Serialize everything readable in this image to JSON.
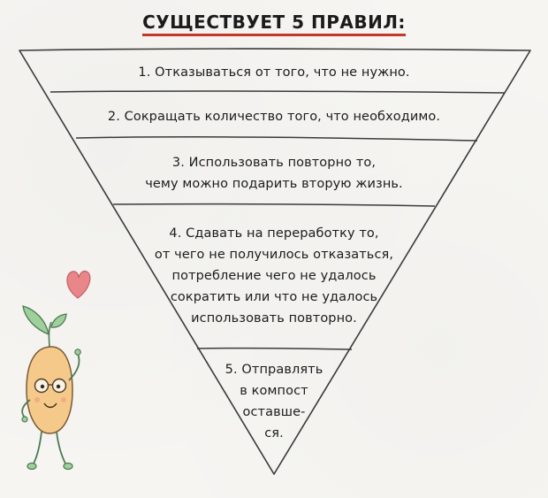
{
  "title": "СУЩЕСТВУЕТ 5 ПРАВИЛ:",
  "rules": [
    {
      "lines": [
        "1. Отказываться от того, что не нужно."
      ]
    },
    {
      "lines": [
        "2. Сокращать количество того, что необходимо."
      ]
    },
    {
      "lines": [
        "3. Использовать повторно то,",
        "чему можно подарить вторую жизнь."
      ]
    },
    {
      "lines": [
        "4. Сдавать на переработку то,",
        "от чего не получилось отказаться,",
        "потребление чего не удалось",
        "сократить или что не удалось",
        "использовать повторно."
      ]
    },
    {
      "lines": [
        "5. Отправлять",
        "в компост",
        "оставше-",
        "ся."
      ]
    }
  ],
  "colors": {
    "title_underline": "#c0392b",
    "heart": "#e8868a",
    "mascot_body": "#f5c98a",
    "leaf": "#9fcf9a"
  },
  "icons": {
    "heart": "heart-icon",
    "mascot": "seedling-mascot"
  }
}
